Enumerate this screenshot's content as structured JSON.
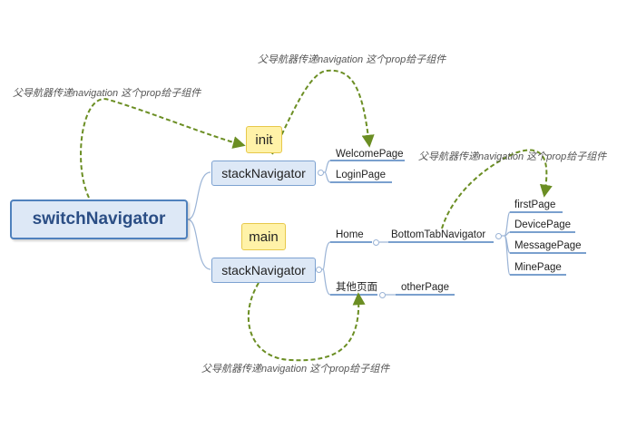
{
  "root": {
    "label": "switchNavigator"
  },
  "stack_top": {
    "label": "stackNavigator",
    "note": "init",
    "children": [
      "WelcomePage",
      "LoginPage"
    ]
  },
  "stack_bottom": {
    "label": "stackNavigator",
    "note": "main",
    "home": "Home",
    "bottom_tab": "BottomTabNavigator",
    "tabs": [
      "firstPage",
      "DevicePage",
      "MessagePage",
      "MinePage"
    ],
    "other_label": "其他页面",
    "other_page": "otherPage"
  },
  "annotations": {
    "a1": "父导航器传递navigation 这个prop给子组件",
    "a2": "父导航器传递navigation 这个prop给子组件",
    "a3": "父导航器传递navigation 这个prop给子组件",
    "a4": "父导航器传递navigation 这个prop给子组件"
  },
  "colors": {
    "node_fill": "#dde8f6",
    "node_border": "#4f81bd",
    "connector": "#9bb4d6",
    "leaf_underline": "#4f81bd",
    "arrow": "#6b8e23",
    "note_fill": "#fff2a8"
  }
}
